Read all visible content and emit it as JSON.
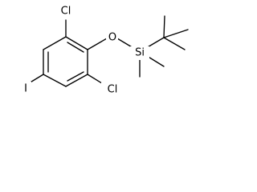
{
  "molecule": {
    "atoms": {
      "cl_top": "Cl",
      "cl_bottom": "Cl",
      "oxygen": "O",
      "silicon": "Si",
      "iodine": "I"
    }
  }
}
